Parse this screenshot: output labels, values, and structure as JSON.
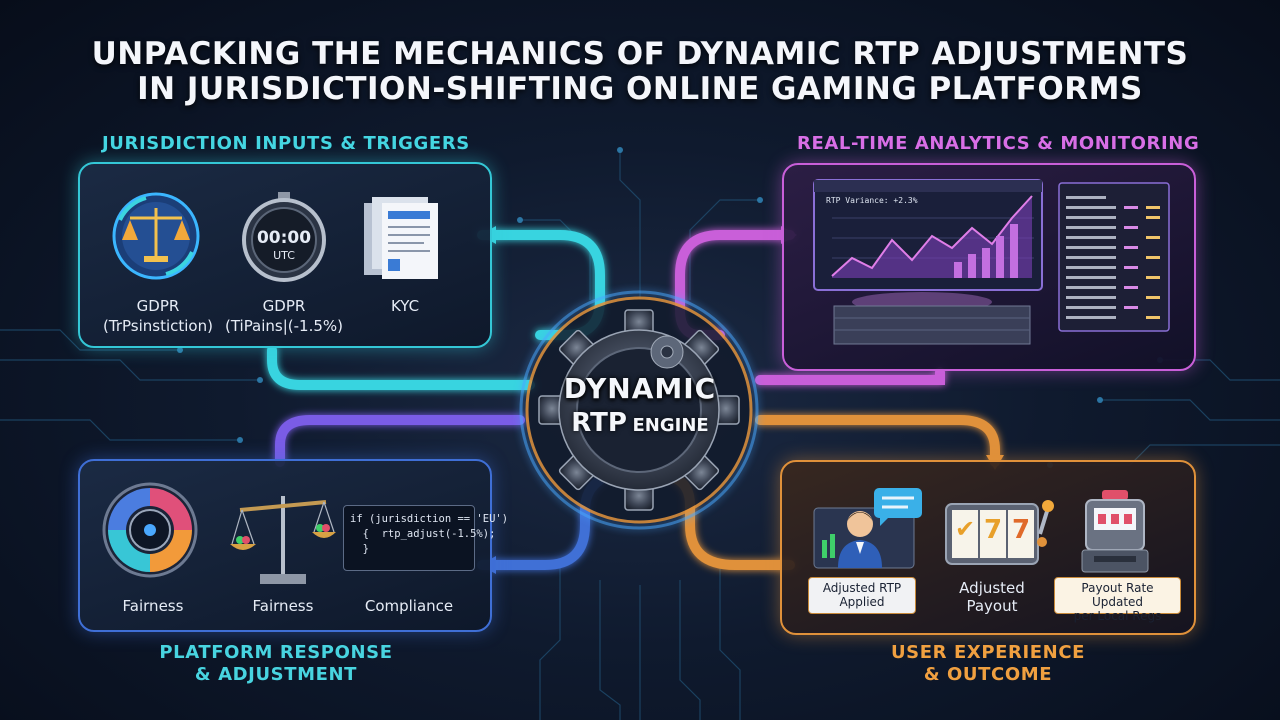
{
  "title": {
    "line1": "UNPACKING THE MECHANICS OF DYNAMIC RTP ADJUSTMENTS",
    "line2": "IN JURISDICTION-SHIFTING ONLINE GAMING PLATFORMS"
  },
  "colors": {
    "cyan": "#34c7d6",
    "magenta": "#c95fd9",
    "blue": "#3f6fd6",
    "orange": "#e0913a"
  },
  "inputs": {
    "heading": "JURISDICTION INPUTS & TRIGGERS",
    "items": [
      {
        "icon": "scales-of-justice-icon",
        "label1": "GDPR",
        "label2": "(TrPsinstiction)"
      },
      {
        "icon": "stopwatch-icon",
        "clock": "00:00",
        "zone": "UTC",
        "label1": "GDPR",
        "label2": "(TiPains|(-1.5%)"
      },
      {
        "icon": "document-stack-icon",
        "label1": "KYC"
      }
    ]
  },
  "analytics": {
    "heading": "REAL-TIME ANALYTICS & MONITORING",
    "variance": "RTP Variance: +2.3%"
  },
  "engine": {
    "line1": "DYNAMIC",
    "line2a": "RTP",
    "line2b": "ENGINE"
  },
  "response": {
    "heading_line1": "PLATFORM RESPONSE",
    "heading_line2": "& ADJUSTMENT",
    "items": [
      {
        "icon": "fairness-dial-icon",
        "label": "Fairness"
      },
      {
        "icon": "balance-scale-icon",
        "label": "Fairness"
      },
      {
        "icon": "code-snippet-icon",
        "label": "Compliance"
      }
    ],
    "code": {
      "line1": "if (jurisdiction == 'EU')",
      "line2": "  {  rtp_adjust(-1.5%);",
      "line3": "  }"
    }
  },
  "outcome": {
    "heading_line1": "USER EXPERIENCE",
    "heading_line2": "& OUTCOME",
    "items": [
      {
        "icon": "user-support-icon",
        "line1": "Adjusted RTP",
        "line2": "Applied"
      },
      {
        "icon": "slot-reels-icon",
        "line1": "Adjusted",
        "line2": "Payout",
        "reels": [
          "✔",
          "7",
          "7"
        ]
      },
      {
        "icon": "slot-machine-icon",
        "line1": "Payout Rate Updated",
        "line2": "per Local Regs"
      }
    ]
  }
}
